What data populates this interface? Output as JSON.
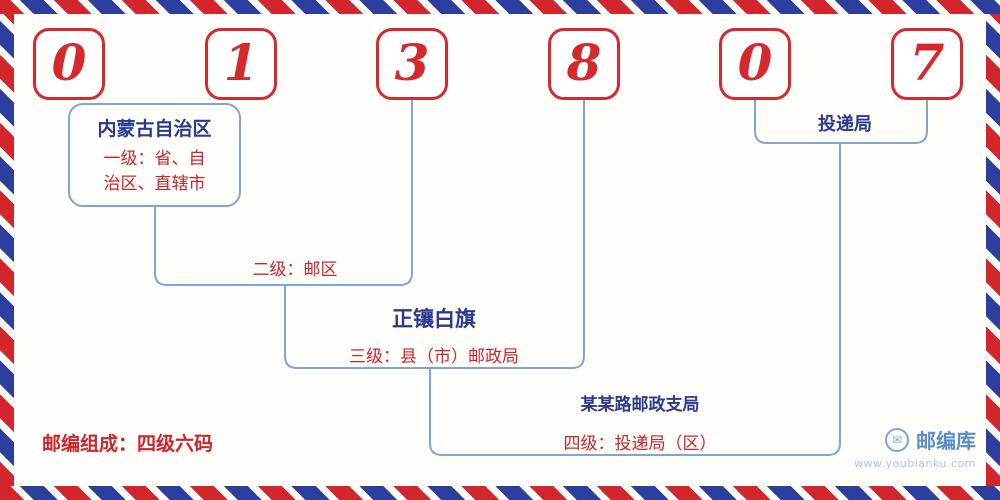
{
  "page": {
    "background": "#fffefa",
    "accent_red": "#d6292e",
    "accent_blue": "#2b3990",
    "line_blue": "#7ba6d9",
    "border_style": "airmail-stripes-red-blue"
  },
  "postal_code": {
    "digits": [
      "0",
      "1",
      "3",
      "8",
      "0",
      "7"
    ]
  },
  "levels": [
    {
      "region": "内蒙古自治区",
      "desc": "一级：省、自治区、直辖市"
    },
    {
      "desc": "二级：邮区"
    },
    {
      "region": "正镶白旗",
      "desc": "三级：县（市）邮政局"
    },
    {
      "region": "某某路邮政支局",
      "desc": "四级：投递局（区）"
    },
    {
      "region": "投递局"
    }
  ],
  "footer": {
    "composition_note": "邮编组成：四级六码",
    "brand": "邮编库",
    "brand_url": "www.youbianku.com",
    "brand_icon": "envelope-icon"
  }
}
